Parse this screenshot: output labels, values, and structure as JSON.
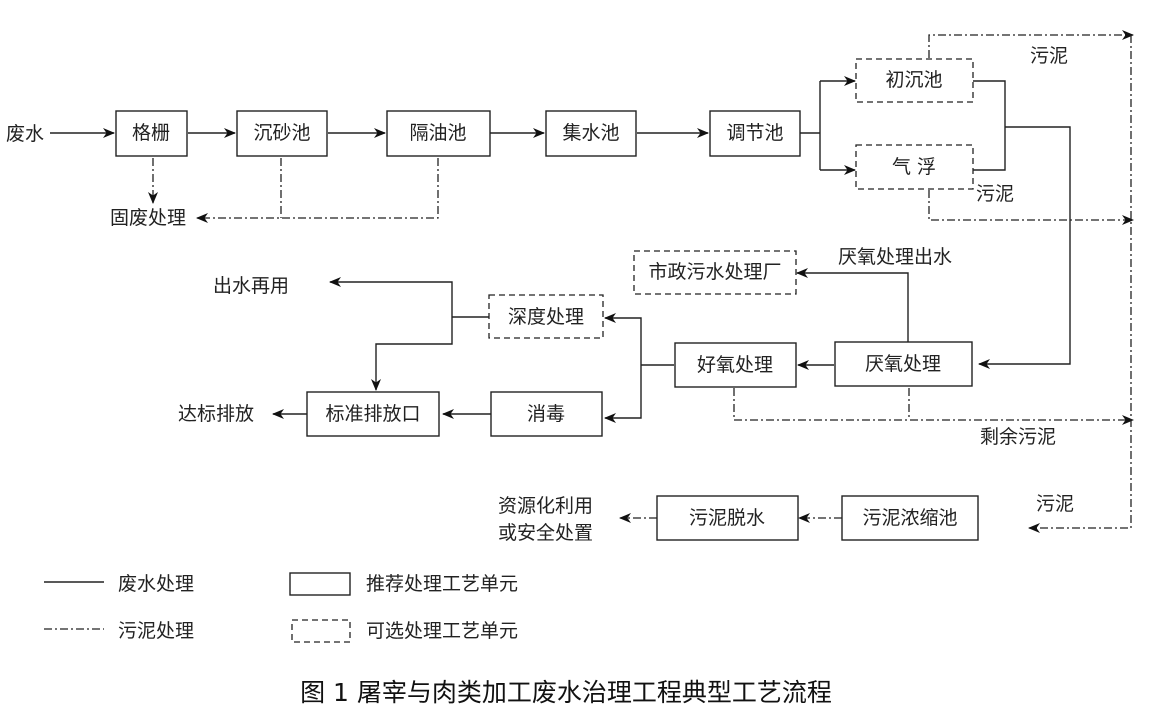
{
  "caption": "图 1   屠宰与肉类加工废水治理工程典型工艺流程",
  "inputs": {
    "wastewater": "废水"
  },
  "units": {
    "screen": "格栅",
    "grit_chamber": "沉砂池",
    "oil_separator": "隔油池",
    "collection_tank": "集水池",
    "equalization_tank": "调节池",
    "primary_settling": "初沉池",
    "air_flotation": "气 浮",
    "anaerobic": "厌氧处理",
    "aerobic": "好氧处理",
    "municipal_plant": "市政污水处理厂",
    "advanced": "深度处理",
    "disinfection": "消毒",
    "standard_outlet": "标准排放口",
    "sludge_thickener": "污泥浓缩池",
    "sludge_dewatering": "污泥脱水"
  },
  "labels": {
    "solid_waste": "固废处理",
    "sludge_top": "污泥",
    "sludge_flotation": "污泥",
    "anaerobic_effluent": "厌氧处理出水",
    "excess_sludge": "剩余污泥",
    "sludge_in": "污泥",
    "reuse": "出水再用",
    "discharge": "达标排放",
    "resource_line1": "资源化利用",
    "resource_line2": "或安全处置"
  },
  "legend": {
    "wastewater_line": "废水处理",
    "sludge_line": "污泥处理",
    "recommended_unit": "推荐处理工艺单元",
    "optional_unit": "可选处理工艺单元"
  }
}
